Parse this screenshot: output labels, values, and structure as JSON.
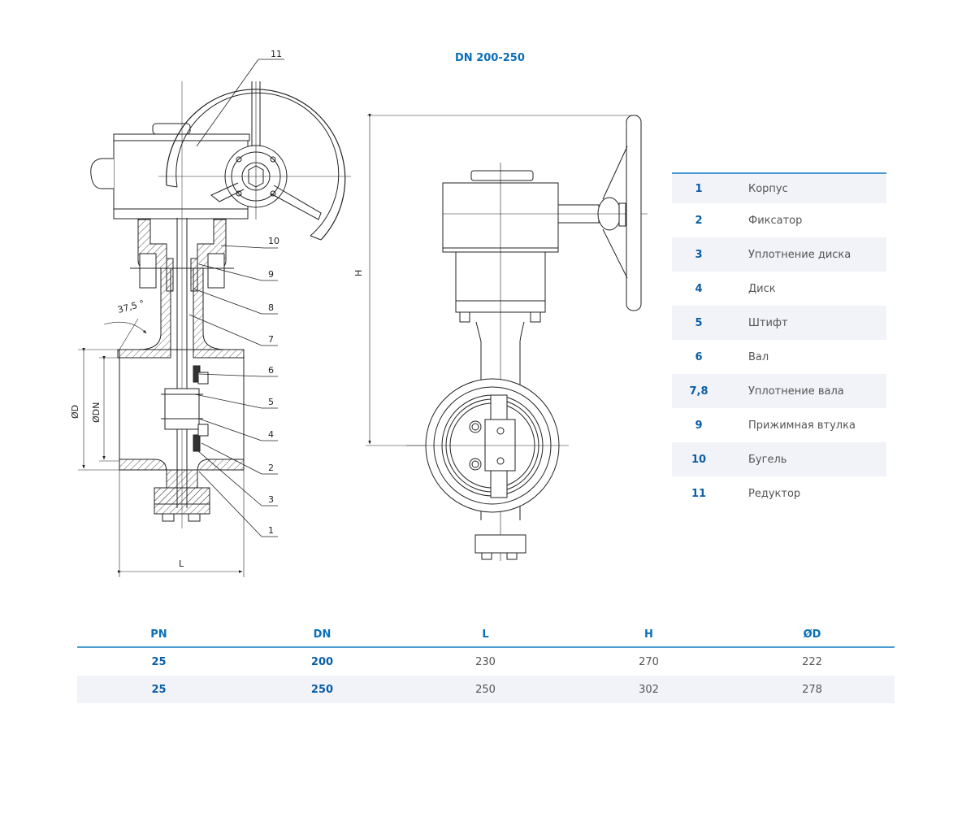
{
  "title": "DN 200-250",
  "drawing": {
    "callouts": [
      "11",
      "10",
      "9",
      "8",
      "7",
      "6",
      "5",
      "4",
      "2",
      "3",
      "1"
    ],
    "angle_label": "37,5 °",
    "dim_labels": {
      "od": "ØD",
      "odn": "ØDN",
      "l": "L",
      "h": "H"
    }
  },
  "parts": [
    {
      "num": "1",
      "name": "Корпус"
    },
    {
      "num": "2",
      "name": "Фиксатор"
    },
    {
      "num": "3",
      "name": "Уплотнение диска"
    },
    {
      "num": "4",
      "name": "Диск"
    },
    {
      "num": "5",
      "name": "Штифт"
    },
    {
      "num": "6",
      "name": "Вал"
    },
    {
      "num": "7,8",
      "name": "Уплотнение вала"
    },
    {
      "num": "9",
      "name": "Прижимная втулка"
    },
    {
      "num": "10",
      "name": "Бугель"
    },
    {
      "num": "11",
      "name": "Редуктор"
    }
  ],
  "specs": {
    "headers": [
      "PN",
      "DN",
      "L",
      "H",
      "ØD"
    ],
    "rows": [
      [
        "25",
        "200",
        "230",
        "270",
        "222"
      ],
      [
        "25",
        "250",
        "250",
        "302",
        "278"
      ]
    ]
  },
  "colors": {
    "accent": "#0a6fb7",
    "row_alt": "#f1f3f8",
    "rule": "#4a9bd1"
  }
}
